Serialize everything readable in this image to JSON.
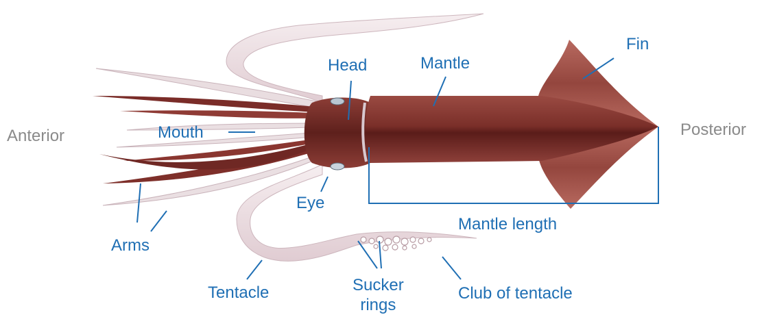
{
  "labels": {
    "anterior": "Anterior",
    "posterior": "Posterior",
    "head": "Head",
    "mantle": "Mantle",
    "fin": "Fin",
    "mouth": "Mouth",
    "eye": "Eye",
    "mantle_length": "Mantle length",
    "arms": "Arms",
    "tentacle": "Tentacle",
    "sucker_rings": "Sucker\nrings",
    "club_of_tentacle": "Club of tentacle"
  },
  "colors": {
    "label_text": "#1f6fb4",
    "direction_text": "#8a8a8a",
    "leader_lines": "#1f6fb4",
    "body": "#8a3a33",
    "body_dark": "#5c1e1b",
    "fin": "#a8544b",
    "tentacle": "#efe3e6",
    "background": "#ffffff"
  }
}
